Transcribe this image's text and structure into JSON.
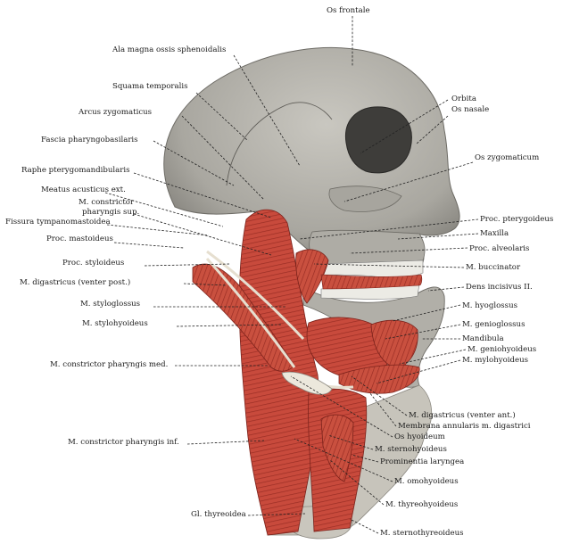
{
  "labels": {
    "os_frontale": "Os frontale",
    "ala_magna": "Ala magna ossis sphenoidalis",
    "squama_temporalis": "Squama temporalis",
    "arcus_zygomaticus": "Arcus zygomaticus",
    "fascia_pharyngobasilaris": "Fascia pharyngobasilaris",
    "raphe_pterygomandibularis": "Raphe pterygomandibularis",
    "meatus_acusticus": "Meatus acusticus ext.",
    "m_constrictor_sup_1": "M. constrictor",
    "m_constrictor_sup_2": "pharyngis sup.",
    "fissura_tympanomastoidea": "Fissura tympanomastoidea",
    "proc_mastoideus": "Proc. mastoideus",
    "proc_styloideus": "Proc. styloideus",
    "m_digastricus_post": "M. digastricus (venter post.)",
    "m_styloglossus": "M. styloglossus",
    "m_stylohyoideus": "M. stylohyoideus",
    "m_constrictor_med": "M. constrictor pharyngis med.",
    "m_constrictor_inf": "M. constrictor pharyngis inf.",
    "gl_thyreoidea": "Gl. thyreoidea",
    "orbita": "Orbita",
    "os_nasale": "Os nasale",
    "os_zygomaticum": "Os zygomaticum",
    "proc_pterygoideus": "Proc. pterygoideus",
    "maxilla": "Maxilla",
    "proc_alveolaris": "Proc. alveolaris",
    "m_buccinator": "M. buccinator",
    "dens_incisivus": "Dens incisivus II.",
    "m_hyoglossus": "M. hyoglossus",
    "m_genioglossus": "M. genioglossus",
    "mandibula": "Mandibula",
    "m_geniohyoideus": "M. geniohyoideus",
    "m_mylohyoideus": "M. mylohyoideus",
    "m_digastricus_ant": "M. digastricus (venter ant.)",
    "membrana_annularis": "Membrana annularis m. digastrici",
    "os_hyoideum": "Os hyoideum",
    "m_sternohyoideus": "M. sternohyoideus",
    "prominentia": "Prominentia laryngea",
    "m_omohyoideus": "M. omohyoideus",
    "m_thyreohyoideus": "M. thyreohyoideus",
    "m_sternothyreoideus": "M. sternothyreoideus"
  },
  "colors": {
    "bone": "#b9b7b0",
    "bone_dark": "#7d7b75",
    "muscle": "#c9473a",
    "muscle_dark": "#8e2a22",
    "tendon": "#e9e3d6"
  }
}
